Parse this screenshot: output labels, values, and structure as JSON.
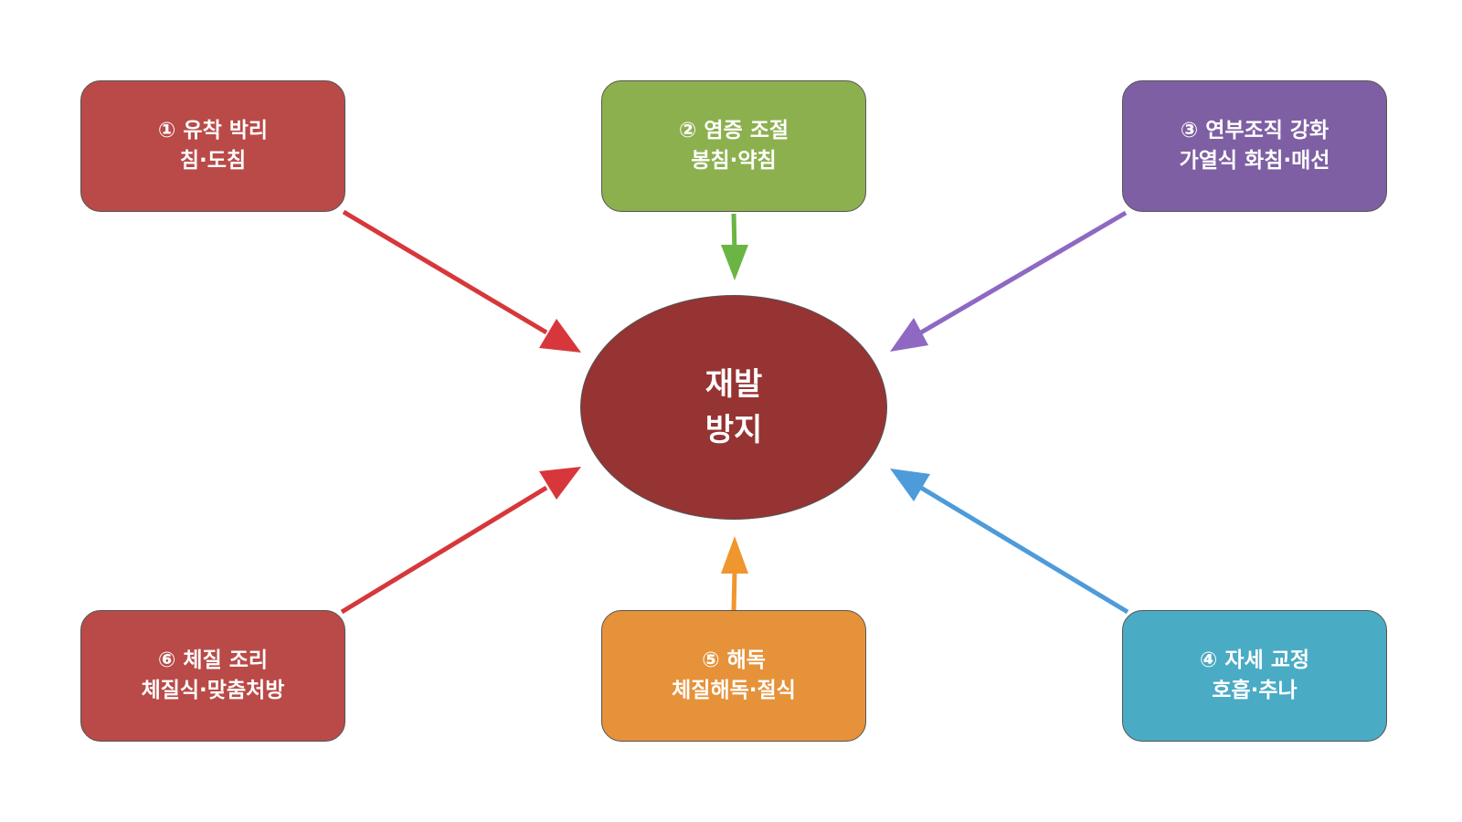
{
  "center": {
    "line1": "재발",
    "line2": "방지",
    "color": "#963333"
  },
  "nodes": [
    {
      "id": "n1",
      "line1": "① 유착 박리",
      "line2": "침·도침",
      "color": "#B94A48",
      "arrow_color": "#D7373A"
    },
    {
      "id": "n2",
      "line1": "② 염증 조절",
      "line2": "봉침·약침",
      "color": "#8DB04F",
      "arrow_color": "#6BB544"
    },
    {
      "id": "n3",
      "line1": "③ 연부조직 강화",
      "line2": "가열식 화침·매선",
      "color": "#7E5FA3",
      "arrow_color": "#8E68C2"
    },
    {
      "id": "n4",
      "line1": "④ 자세 교정",
      "line2": "호흡·추나",
      "color": "#4AABC5",
      "arrow_color": "#4E9BDA"
    },
    {
      "id": "n5",
      "line1": "⑤ 해독",
      "line2": "체질해독·절식",
      "color": "#E6923A",
      "arrow_color": "#F0962E"
    },
    {
      "id": "n6",
      "line1": "⑥ 체질 조리",
      "line2": "체질식·맞춤처방",
      "color": "#B94A48",
      "arrow_color": "#D7373A"
    }
  ]
}
